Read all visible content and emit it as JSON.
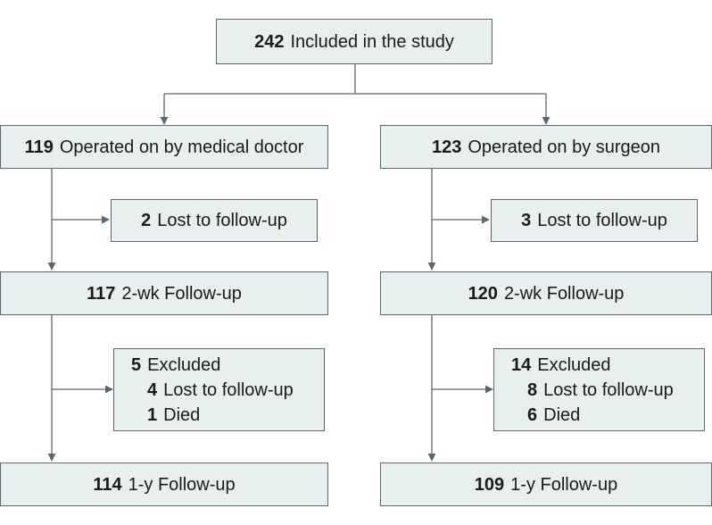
{
  "top": {
    "count": "242",
    "label": "Included in the study"
  },
  "arms": [
    {
      "id": "md",
      "enrolled": {
        "count": "119",
        "label": "Operated on by medical doctor"
      },
      "lost_early": {
        "count": "2",
        "label": "Lost to follow-up"
      },
      "two_week": {
        "count": "117",
        "label": "2-wk Follow-up"
      },
      "excluded": {
        "total": {
          "count": "5",
          "label": "Excluded"
        },
        "reasons": [
          {
            "count": "4",
            "label": "Lost to follow-up"
          },
          {
            "count": "1",
            "label": "Died"
          }
        ]
      },
      "one_year": {
        "count": "114",
        "label": "1-y Follow-up"
      }
    },
    {
      "id": "surgeon",
      "enrolled": {
        "count": "123",
        "label": "Operated on by surgeon"
      },
      "lost_early": {
        "count": "3",
        "label": "Lost to follow-up"
      },
      "two_week": {
        "count": "120",
        "label": "2-wk Follow-up"
      },
      "excluded": {
        "total": {
          "count": "14",
          "label": "Excluded"
        },
        "reasons": [
          {
            "count": "8",
            "label": "Lost to follow-up"
          },
          {
            "count": "6",
            "label": "Died"
          }
        ]
      },
      "one_year": {
        "count": "109",
        "label": "1-y Follow-up"
      }
    }
  ],
  "colors": {
    "box_fill": "#e8efef",
    "box_border": "#5c6670",
    "connector": "#5c6670",
    "text": "#1a1a1a"
  }
}
